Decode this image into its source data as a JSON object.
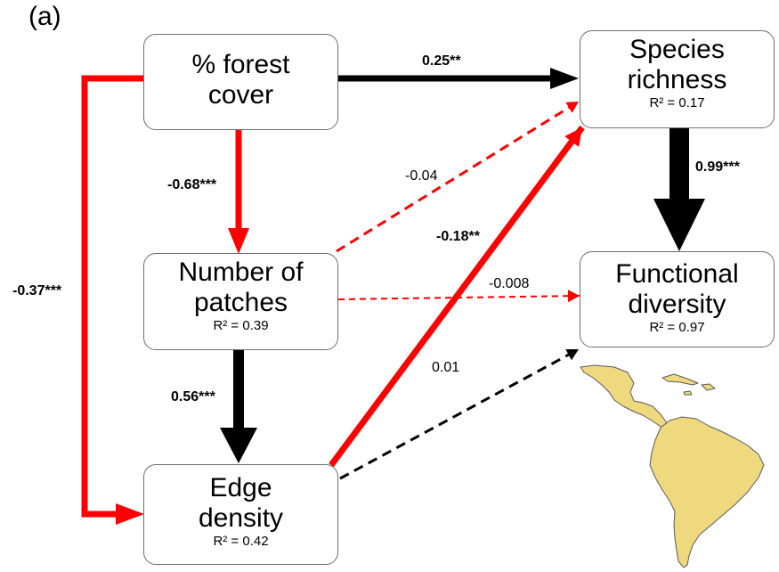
{
  "panel_label": "(a)",
  "nodes": {
    "forest_cover": {
      "title_line1": "% forest",
      "title_line2": "cover",
      "r2": ""
    },
    "number_of_patches": {
      "title_line1": "Number of",
      "title_line2": "patches",
      "r2": "R² = 0.39"
    },
    "edge_density": {
      "title_line1": "Edge",
      "title_line2": "density",
      "r2": "R² = 0.42"
    },
    "species_richness": {
      "title_line1": "Species",
      "title_line2": "richness",
      "r2": "R² = 0.17"
    },
    "functional_diversity": {
      "title_line1": "Functional",
      "title_line2": "diversity",
      "r2": "R² = 0.97"
    }
  },
  "paths": [
    {
      "id": "forest-to-richness",
      "from": "% forest cover",
      "to": "Species richness",
      "coefficient": "0.25**",
      "sign": "positive",
      "significant": true,
      "color": "#000000"
    },
    {
      "id": "forest-to-patches",
      "from": "% forest cover",
      "to": "Number of patches",
      "coefficient": "-0.68***",
      "sign": "negative",
      "significant": true,
      "color": "#ff0000"
    },
    {
      "id": "forest-to-edge",
      "from": "% forest cover",
      "to": "Edge density",
      "coefficient": "-0.37***",
      "sign": "negative",
      "significant": true,
      "color": "#ff0000"
    },
    {
      "id": "patches-to-richness",
      "from": "Number of patches",
      "to": "Species richness",
      "coefficient": "-0.04",
      "sign": "negative",
      "significant": false,
      "color": "#ff0000"
    },
    {
      "id": "patches-to-functional",
      "from": "Number of patches",
      "to": "Functional diversity",
      "coefficient": "-0.008",
      "sign": "negative",
      "significant": false,
      "color": "#ff0000"
    },
    {
      "id": "patches-to-edge",
      "from": "Number of patches",
      "to": "Edge density",
      "coefficient": "0.56***",
      "sign": "positive",
      "significant": true,
      "color": "#000000"
    },
    {
      "id": "edge-to-richness",
      "from": "Edge density",
      "to": "Species richness",
      "coefficient": "-0.18**",
      "sign": "negative",
      "significant": true,
      "color": "#ff0000"
    },
    {
      "id": "edge-to-functional",
      "from": "Edge density",
      "to": "Functional diversity",
      "coefficient": "0.01",
      "sign": "positive",
      "significant": false,
      "color": "#000000"
    },
    {
      "id": "richness-to-functional",
      "from": "Species richness",
      "to": "Functional diversity",
      "coefficient": "0.99***",
      "sign": "positive",
      "significant": true,
      "color": "#000000"
    }
  ],
  "map": {
    "region": "Latin America",
    "fill_color": "#efd97f",
    "stroke_color": "#5a5a5a"
  }
}
